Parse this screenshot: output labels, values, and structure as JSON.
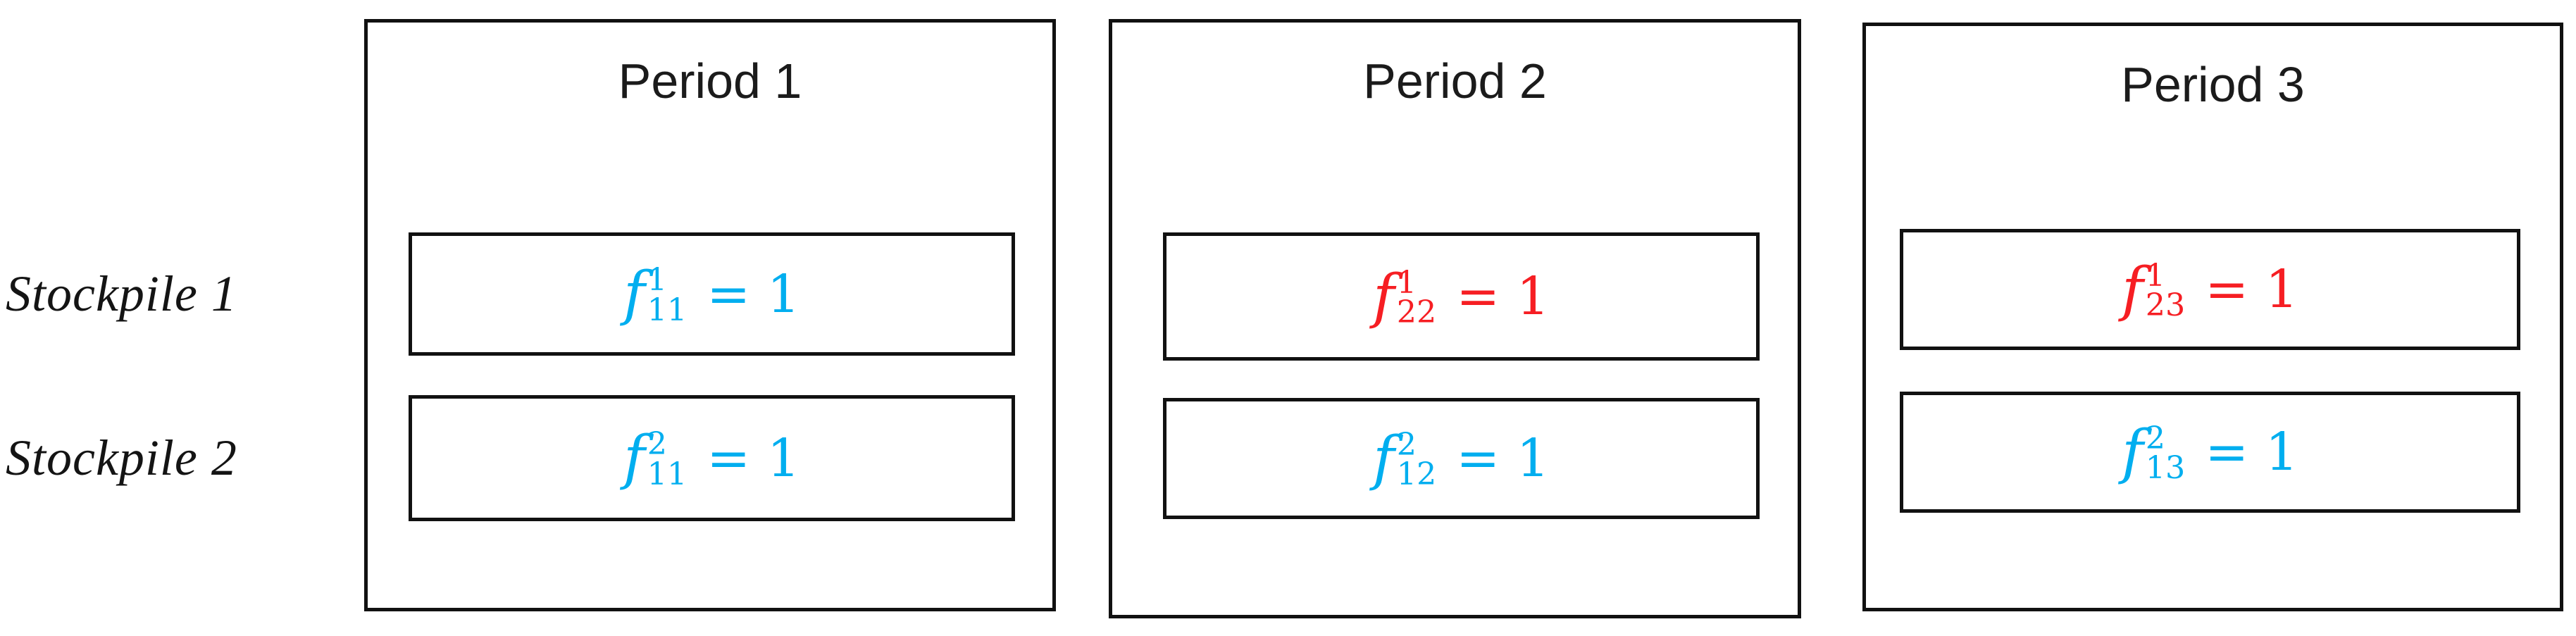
{
  "figure": {
    "colors": {
      "cyan": "#00AEEF",
      "red": "#F61E23",
      "border": "#111111",
      "text": "#1B1B1B"
    },
    "row_labels": [
      {
        "label": "Stockpile 1"
      },
      {
        "label": "Stockpile 2"
      }
    ],
    "periods": [
      {
        "title": "Period 1",
        "cells": [
          {
            "var": "f",
            "sup": "1",
            "sub": "11",
            "rhs": "= 1",
            "color": "cyan"
          },
          {
            "var": "f",
            "sup": "2",
            "sub": "11",
            "rhs": "= 1",
            "color": "cyan"
          }
        ]
      },
      {
        "title": "Period 2",
        "cells": [
          {
            "var": "f",
            "sup": "1",
            "sub": "22",
            "rhs": "= 1",
            "color": "red"
          },
          {
            "var": "f",
            "sup": "2",
            "sub": "12",
            "rhs": "= 1",
            "color": "cyan"
          }
        ]
      },
      {
        "title": "Period 3",
        "cells": [
          {
            "var": "f",
            "sup": "1",
            "sub": "23",
            "rhs": "= 1",
            "color": "red"
          },
          {
            "var": "f",
            "sup": "2",
            "sub": "13",
            "rhs": "= 1",
            "color": "cyan"
          }
        ]
      }
    ]
  }
}
